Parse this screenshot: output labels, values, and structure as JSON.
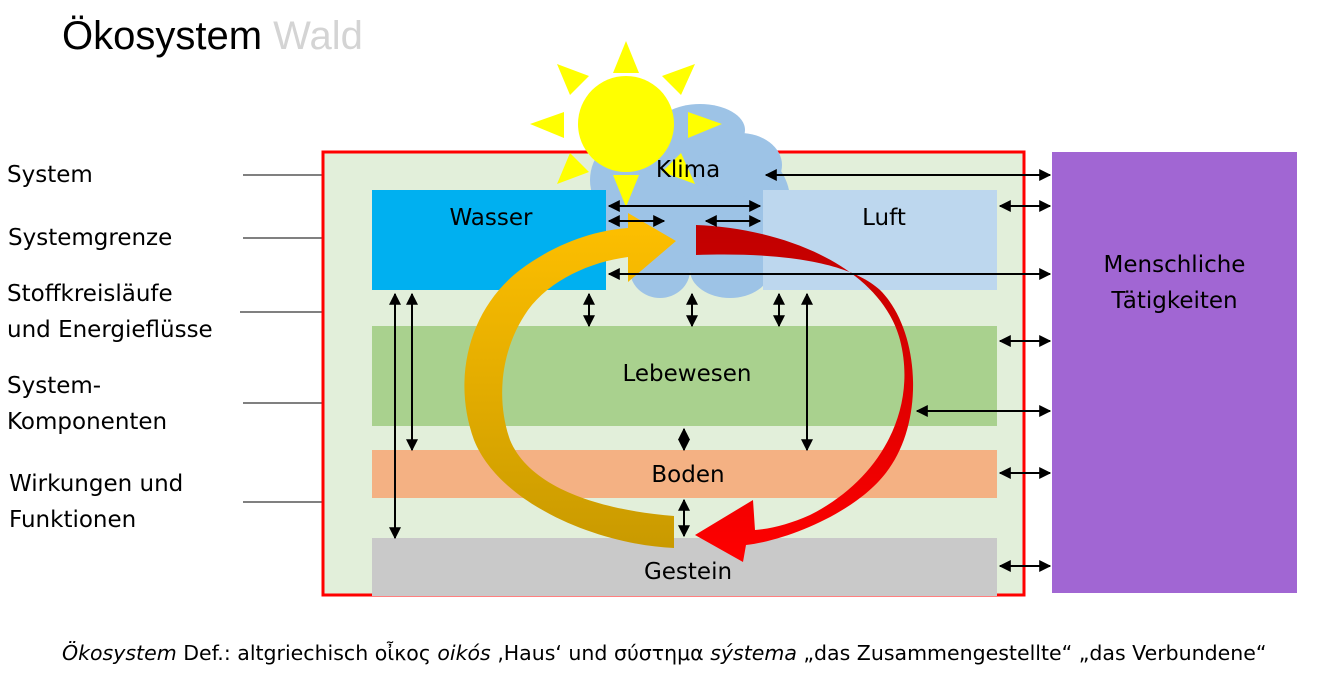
{
  "title": {
    "main": "Ökosystem",
    "secondary": "Wald"
  },
  "labels": {
    "system": "System",
    "systemgrenze": "Systemgrenze",
    "stoff_line1": "Stoffkreisläufe",
    "stoff_line2": "und Energieflüsse",
    "komp_line1": "System-",
    "komp_line2": "Komponenten",
    "wirk_line1": "Wirkungen und",
    "wirk_line2": "Funktionen"
  },
  "components": {
    "klima": "Klima",
    "wasser": "Wasser",
    "luft": "Luft",
    "lebewesen": "Lebewesen",
    "boden": "Boden",
    "gestein": "Gestein",
    "mensch_line1": "Menschliche",
    "mensch_line2": "Tätigkeiten"
  },
  "colors": {
    "system_fill": "#e2efda",
    "system_border": "#ff0000",
    "wasser": "#00b0f0",
    "luft": "#bdd7ee",
    "klima_cloud": "#9dc3e6",
    "lebewesen": "#a9d18e",
    "boden": "#f4b183",
    "gestein": "#c9c9c9",
    "mensch": "#a166d3",
    "sun": "#ffff00",
    "arrow_orange": "#ffc000",
    "arrow_red": "#ff0000"
  },
  "footer": {
    "term": "Ökosystem",
    "def": " Def.: altgriechisch οἶκος ",
    "oikos": "oikós",
    "haus": " ‚Haus‘ und σύστημα ",
    "systema": "sýstema",
    "rest": " „das Zusammengestellte“ „das Verbundene“"
  }
}
